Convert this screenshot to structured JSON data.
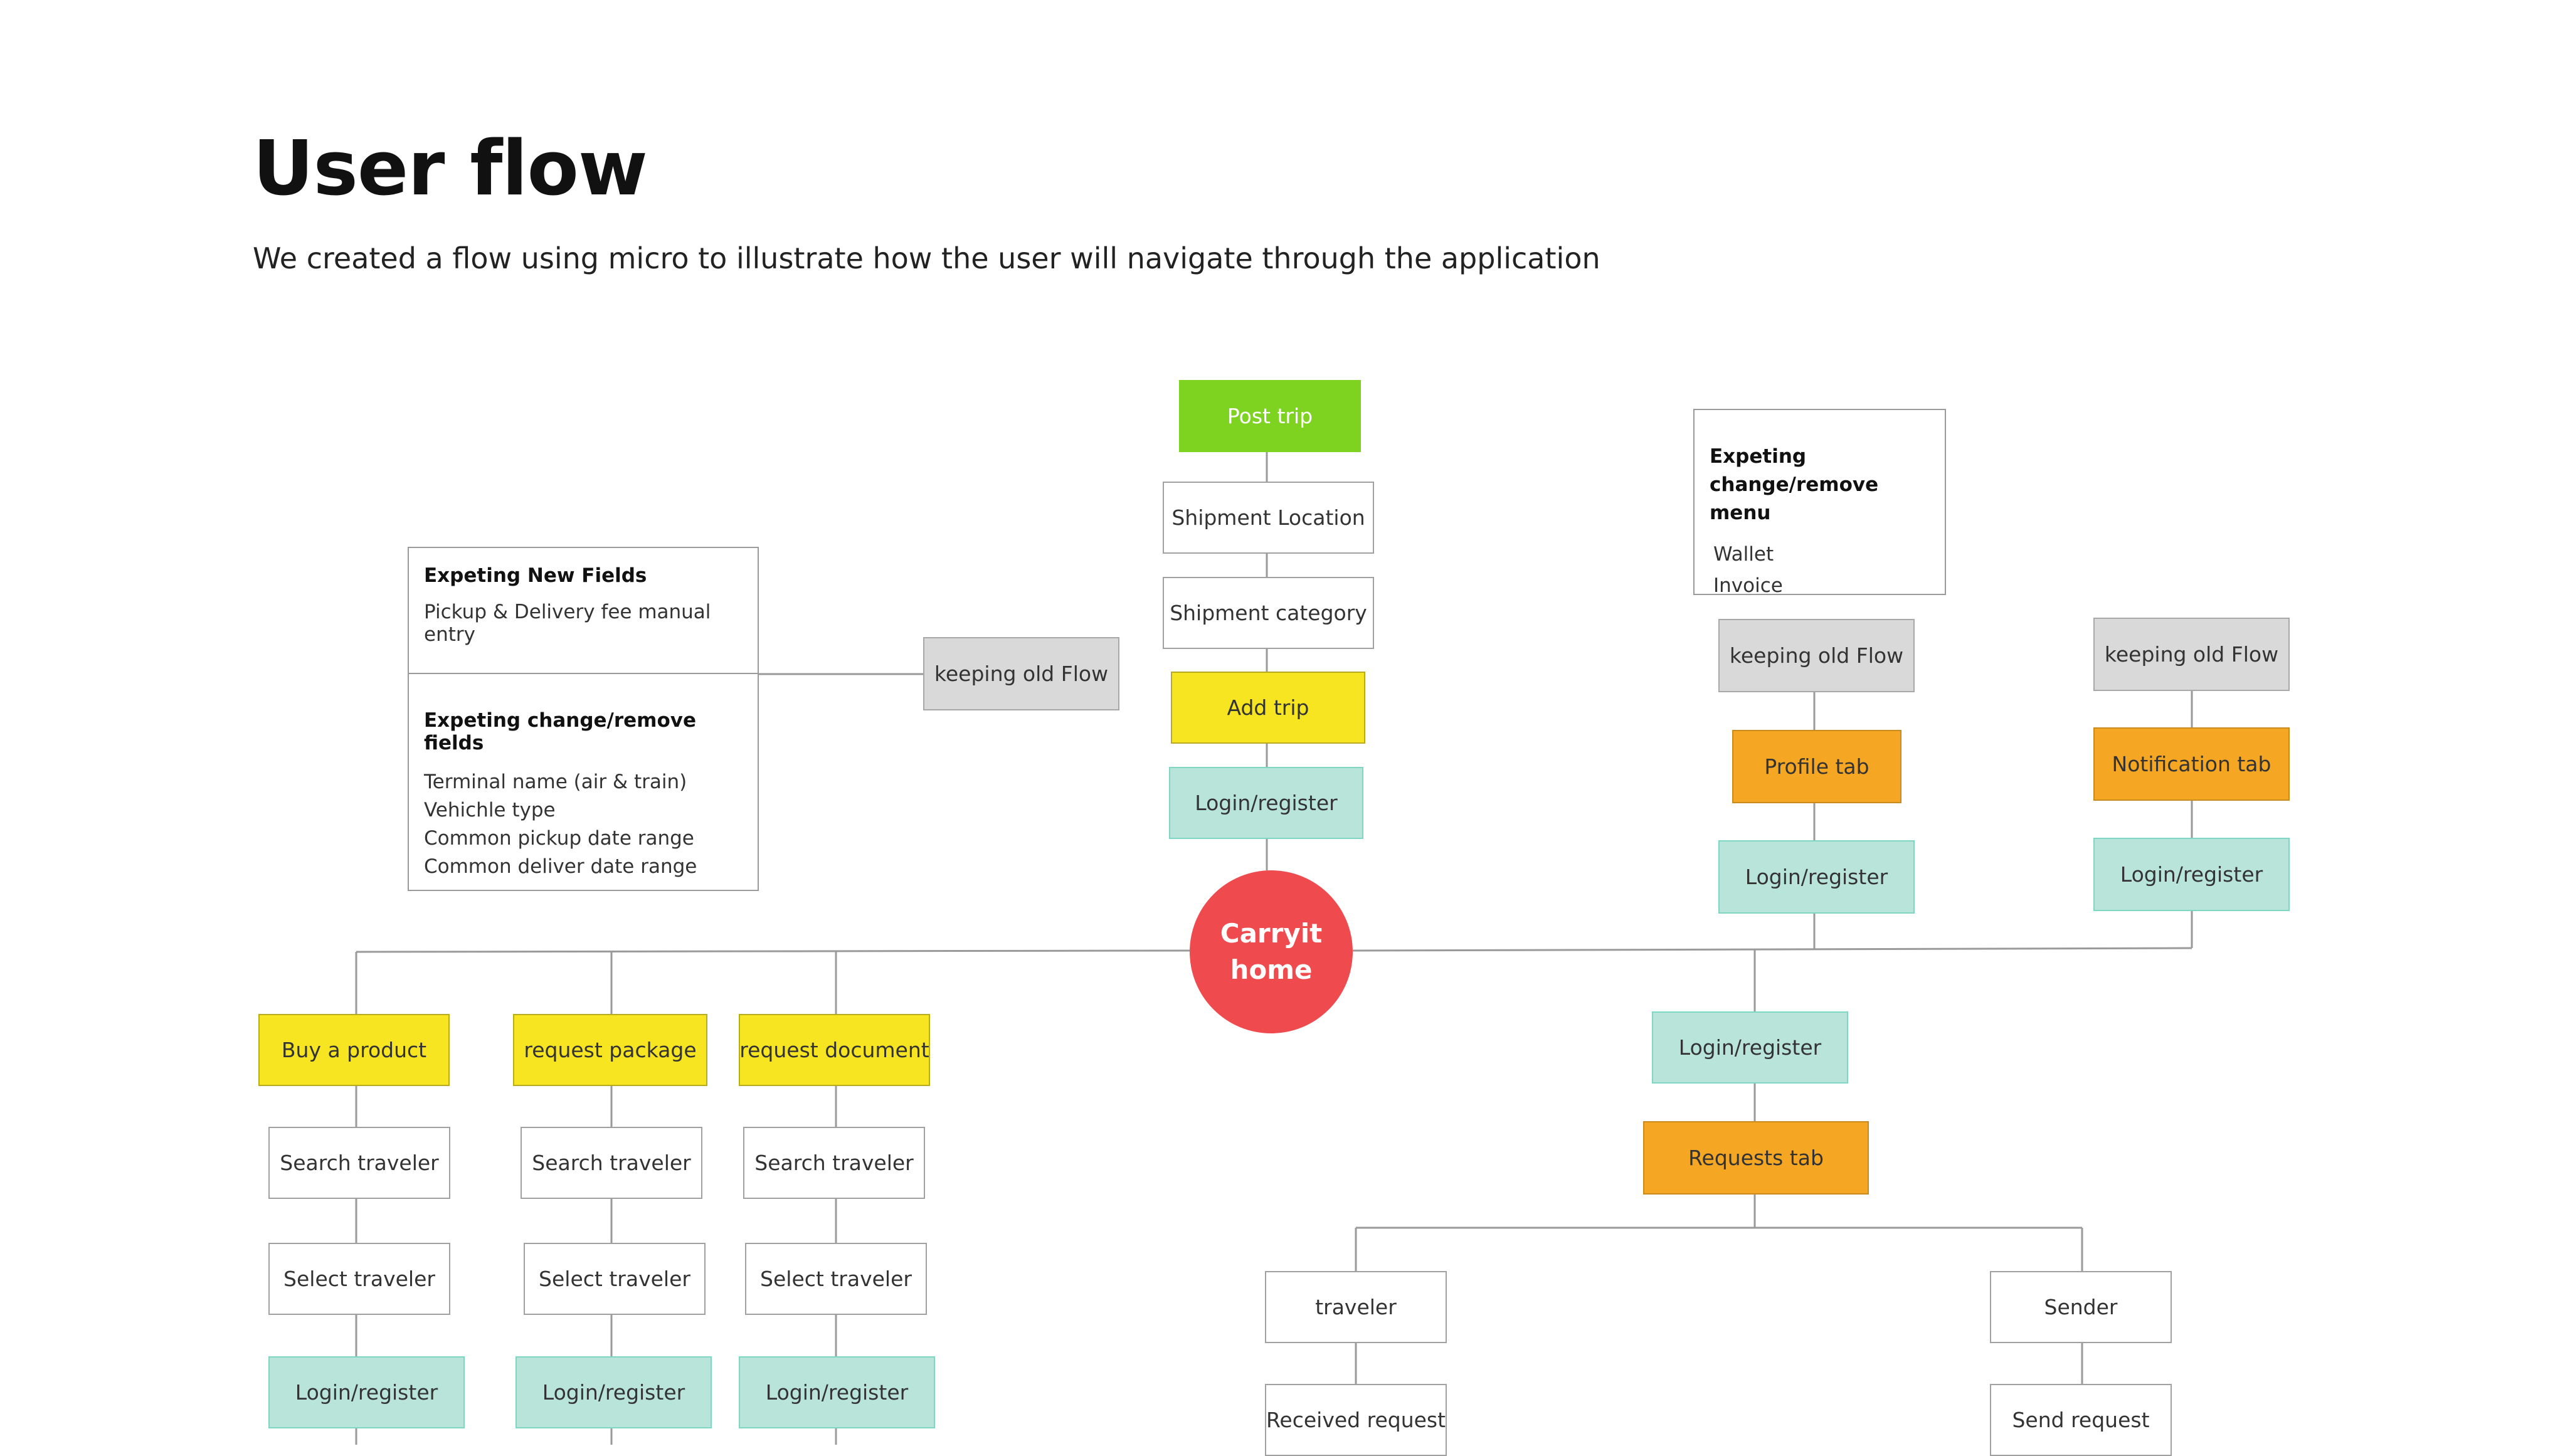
{
  "header": {
    "title": "User flow",
    "subtitle": "We created a flow using micro to illustrate how the user will navigate through the application"
  },
  "hub": {
    "line1": "Carryit",
    "line2": "home"
  },
  "trip_branch": [
    "Post trip",
    "Shipment Location",
    "Shipment category",
    "Add trip",
    "Login/register"
  ],
  "notes": {
    "new_fields": {
      "title": "Expeting New Fields",
      "item": "Pickup & Delivery fee manual entry"
    },
    "change_fields": {
      "title": "Expeting change/remove fields",
      "items": [
        "Terminal name (air & train)",
        "Vehichle type",
        "Common pickup date range",
        "Common deliver date range"
      ]
    },
    "menu": {
      "title_line1": "Expeting",
      "title_line2": "change/remove menu",
      "items": [
        "Wallet",
        "Invoice"
      ]
    }
  },
  "keeping_old_flow": "keeping old Flow",
  "profile_branch": [
    "Profile tab",
    "Login/register"
  ],
  "notification_branch": [
    "Notification tab",
    "Login/register"
  ],
  "requests_branch": {
    "login": "Login/register",
    "tab": "Requests tab",
    "traveler": "traveler",
    "received": "Received request",
    "sender": "Sender",
    "send": "Send request"
  },
  "left_columns": [
    {
      "top": "Buy a product",
      "search": "Search traveler",
      "select": "Select traveler",
      "login": "Login/register"
    },
    {
      "top": "request package",
      "search": "Search traveler",
      "select": "Select traveler",
      "login": "Login/register"
    },
    {
      "top": "request document",
      "search": "Search traveler",
      "select": "Select traveler",
      "login": "Login/register"
    }
  ],
  "colors": {
    "hub": "#ef4b4f",
    "post_trip": "#7ed321",
    "action_yellow": "#f6e520",
    "tab_orange": "#f5a623",
    "login_mint": "#b9e4da",
    "old_flow_grey": "#d9d9d9"
  }
}
